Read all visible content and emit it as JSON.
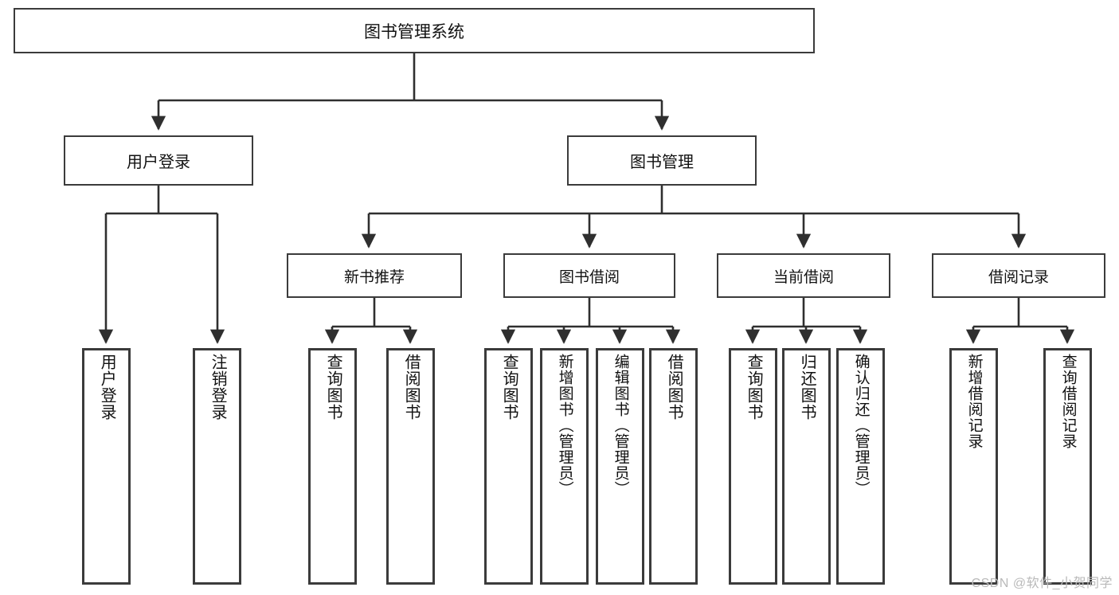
{
  "diagram": {
    "title": "图书管理系统",
    "type": "tree-hierarchy",
    "root": {
      "label": "图书管理系统"
    },
    "level2": [
      {
        "id": "user-login",
        "label": "用户登录"
      },
      {
        "id": "book-management",
        "label": "图书管理"
      }
    ],
    "level3": [
      {
        "id": "new-book-recommend",
        "label": "新书推荐",
        "parent": "book-management"
      },
      {
        "id": "book-borrow",
        "label": "图书借阅",
        "parent": "book-management"
      },
      {
        "id": "current-borrow",
        "label": "当前借阅",
        "parent": "book-management"
      },
      {
        "id": "borrow-record",
        "label": "借阅记录",
        "parent": "book-management"
      }
    ],
    "leaves": [
      {
        "id": "leaf-user-login",
        "label": "用户登录",
        "parent": "user-login"
      },
      {
        "id": "leaf-logout-login",
        "label": "注销登录",
        "parent": "user-login"
      },
      {
        "id": "leaf-query-book-1",
        "label": "查询图书",
        "parent": "new-book-recommend"
      },
      {
        "id": "leaf-borrow-book-1",
        "label": "借阅图书",
        "parent": "new-book-recommend"
      },
      {
        "id": "leaf-query-book-2",
        "label": "查询图书",
        "parent": "book-borrow"
      },
      {
        "id": "leaf-add-book-admin",
        "label": "新增图书（管理员）",
        "parent": "book-borrow"
      },
      {
        "id": "leaf-edit-book-admin",
        "label": "编辑图书（管理员）",
        "parent": "book-borrow"
      },
      {
        "id": "leaf-borrow-book-2",
        "label": "借阅图书",
        "parent": "book-borrow"
      },
      {
        "id": "leaf-query-book-3",
        "label": "查询图书",
        "parent": "current-borrow"
      },
      {
        "id": "leaf-return-book",
        "label": "归还图书",
        "parent": "current-borrow"
      },
      {
        "id": "leaf-confirm-return-admin",
        "label": "确认归还（管理员）",
        "parent": "current-borrow"
      },
      {
        "id": "leaf-add-borrow-record",
        "label": "新增借阅记录",
        "parent": "borrow-record"
      },
      {
        "id": "leaf-query-borrow-record",
        "label": "查询借阅记录",
        "parent": "borrow-record"
      }
    ],
    "colors": {
      "box_border": "#3b3b3b",
      "box_fill": "#ffffff",
      "link": "#2f2f2f",
      "text": "#111111",
      "watermark": "#b9b9b9"
    }
  },
  "watermark": {
    "text": "CSDN @软件_小贺同学"
  }
}
